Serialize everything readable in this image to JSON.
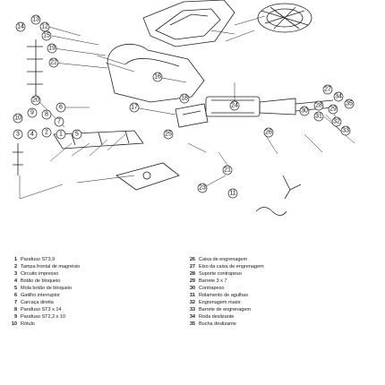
{
  "legend_left": [
    {
      "num": "1",
      "text": "Parafuso ST3,9"
    },
    {
      "num": "2",
      "text": "Tampa frontal de magnésio"
    },
    {
      "num": "3",
      "text": "Circuito impresso"
    },
    {
      "num": "4",
      "text": "Botão de bloqueio"
    },
    {
      "num": "5",
      "text": "Mola botão de bloqueio"
    },
    {
      "num": "6",
      "text": "Gatilho interruptor"
    },
    {
      "num": "7",
      "text": "Carcaça direita"
    },
    {
      "num": "8",
      "text": "Parafuso ST3 x 14"
    },
    {
      "num": "9",
      "text": "Parafuso ST2,2 x 10"
    },
    {
      "num": "10",
      "text": "Rótulo"
    }
  ],
  "legend_right": [
    {
      "num": "26",
      "text": "Caixa de engrenagem"
    },
    {
      "num": "27",
      "text": "Eixo da caixa de engrenagem"
    },
    {
      "num": "28",
      "text": "Suporte contrapeso"
    },
    {
      "num": "29",
      "text": "Barrete 3 x 7"
    },
    {
      "num": "30",
      "text": "Contrapeso"
    },
    {
      "num": "31",
      "text": "Rolamento de agulhas"
    },
    {
      "num": "32",
      "text": "Engrenagem maior"
    },
    {
      "num": "33",
      "text": "Barrete de engrenagem"
    },
    {
      "num": "34",
      "text": "Roda deslizante"
    },
    {
      "num": "35",
      "text": "Bucha deslizante"
    }
  ],
  "callouts": {
    "c1": "14",
    "c2": "13",
    "c3": "12",
    "c4": "15",
    "c5": "19",
    "c6": "22",
    "c7": "20",
    "c8": "6",
    "c9": "16",
    "c10": "17",
    "c11": "18",
    "c12": "10",
    "c13": "9",
    "c14": "8",
    "c15": "7",
    "c16": "3",
    "c17": "4",
    "c18": "2",
    "c19": "1",
    "c20": "5",
    "c21": "11",
    "c22": "27",
    "c23": "34",
    "c24": "35",
    "c25": "28",
    "c26": "29",
    "c27": "30",
    "c28": "31",
    "c29": "32",
    "c30": "33",
    "c31": "26",
    "c32": "25",
    "c33": "24",
    "c34": "21",
    "c35": "23"
  }
}
